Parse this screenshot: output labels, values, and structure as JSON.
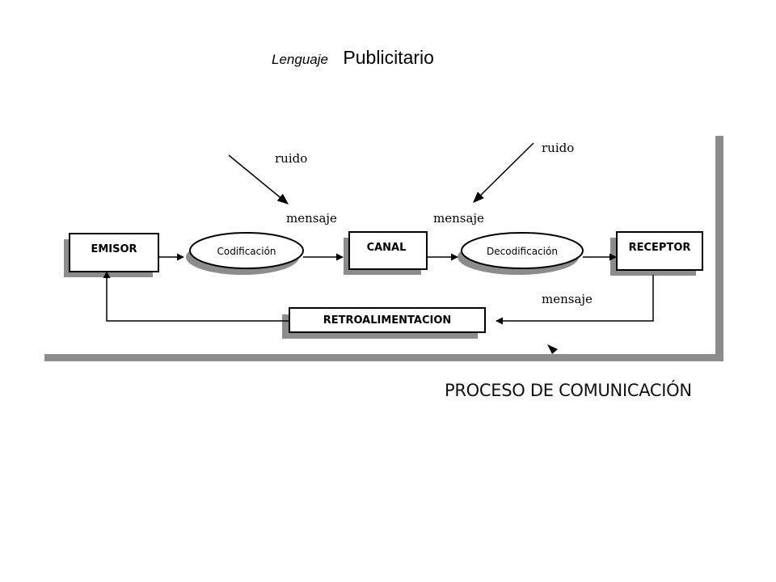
{
  "title": {
    "subtitle": "Lenguaje",
    "main": "Publicitario"
  },
  "diagram": {
    "nodes": {
      "emisor": "EMISOR",
      "codificacion": "Codificación",
      "canal": "CANAL",
      "decodificacion": "Decodificación",
      "receptor": "RECEPTOR",
      "retroalimentacion": "RETROALIMENTACION"
    },
    "labels": {
      "ruido_1": "ruido",
      "ruido_2": "ruido",
      "mensaje_1": "mensaje",
      "mensaje_2": "mensaje",
      "mensaje_3": "mensaje"
    }
  },
  "caption": "PROCESO DE COMUNICACIÓN"
}
